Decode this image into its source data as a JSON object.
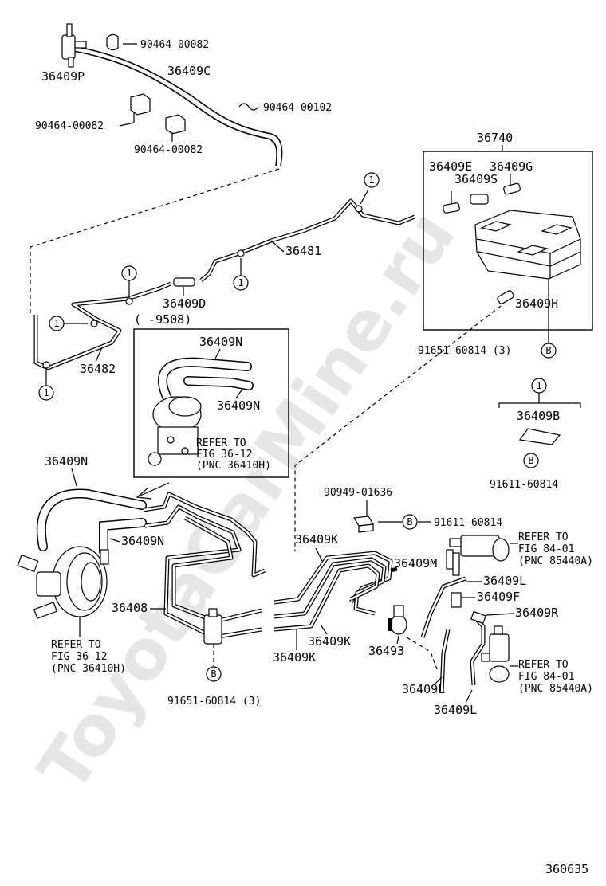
{
  "watermark": "ToyotaCarMine.ru",
  "figure_number": "360635",
  "labels": {
    "p36409P": "36409P",
    "p36409C": "36409C",
    "p90464_00082_a": "90464-00082",
    "p90464_00082_b": "90464-00082",
    "p90464_00082_c": "90464-00082",
    "p90464_00102": "90464-00102",
    "p36740": "36740",
    "p36409E": "36409E",
    "p36409G": "36409G",
    "p36409S": "36409S",
    "p36409H": "36409H",
    "p91651_60814_top": "91651-60814 (3)",
    "p36481": "36481",
    "p36409D": "36409D",
    "p9508": "( -9508)",
    "p36482": "36482",
    "p36409N_box1": "36409N",
    "p36409N_box2": "36409N",
    "p36409B": "36409B",
    "p91611_60814_right": "91611-60814",
    "p36409N_left": "36409N",
    "p36409N_left2": "36409N",
    "p36408": "36408",
    "p90949_01636": "90949-01636",
    "p91611_60814_mid": "91611-60814",
    "p36409K_top": "36409K",
    "p36409M": "36409M",
    "p36409L_a": "36409L",
    "p36409F": "36409F",
    "p36409R": "36409R",
    "p36409K_mid": "36409K",
    "p36409K_low": "36409K",
    "p36493": "36493",
    "p36409L_b": "36409L",
    "p36409L_c": "36409L",
    "p91651_60814_bottom": "91651-60814 (3)"
  },
  "references": {
    "box_ref": [
      "REFER TO",
      "FIG 36-12",
      "(PNC 36410H)"
    ],
    "left_ref": [
      "REFER TO",
      "FIG 36-12",
      "(PNC 36410H)"
    ],
    "right_ref_top": [
      "REFER TO",
      "FIG 84-01",
      "(PNC 85440A)"
    ],
    "right_ref_bottom": [
      "REFER TO",
      "FIG 84-01",
      "(PNC 85440A)"
    ]
  },
  "callouts": {
    "one": "1",
    "b": "B"
  }
}
